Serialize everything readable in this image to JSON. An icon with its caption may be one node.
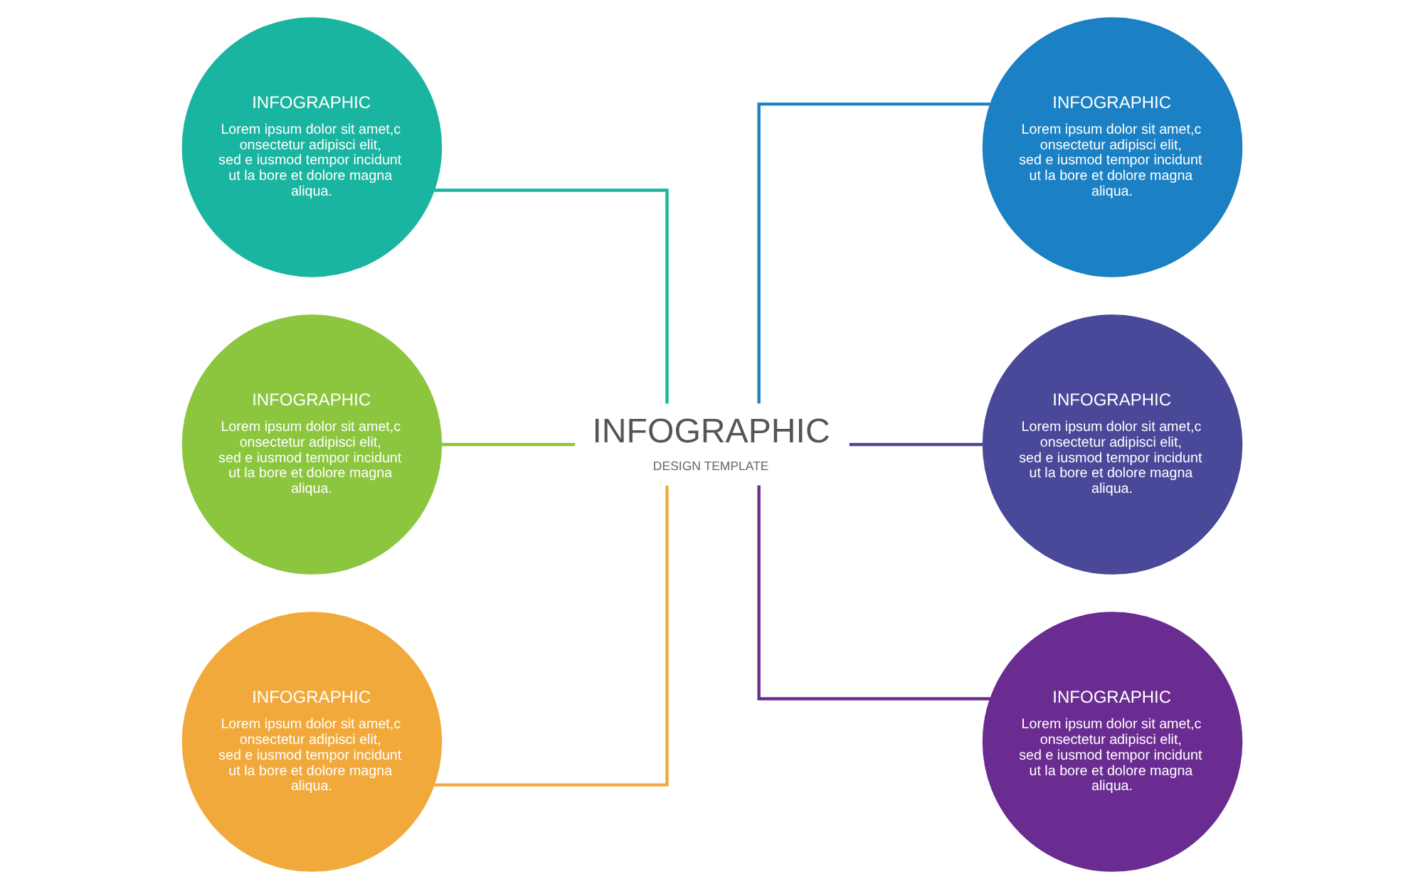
{
  "diagram": {
    "nodes": [
      {
        "text": [
          "INFOGRAPHIC",
          "DESIGN TEMPLATE"
        ]
      },
      {
        "text": [
          "INFOGRAPHIC",
          "Lorem ipsum dolor sit amet,c onsectetur adipisci elit, sed e iusmod tempor incidunt ut la bore et dolore magna aliqua."
        ]
      },
      {
        "text": [
          "INFOGRAPHIC",
          "Lorem ipsum dolor sit amet,c onsectetur adipisci elit, sed e iusmod tempor incidunt ut la bore et dolore magna aliqua."
        ]
      },
      {
        "text": [
          "INFOGRAPHIC",
          "Lorem ipsum dolor sit amet,c onsectetur adipisci elit, sed e iusmod tempor incidunt ut la bore et dolore magna aliqua."
        ]
      },
      {
        "text": [
          "INFOGRAPHIC",
          "Lorem ipsum dolor sit amet,c onsectetur adipisci elit, sed e iusmod tempor incidunt ut la bore et dolore magna aliqua."
        ]
      },
      {
        "text": [
          "INFOGRAPHIC",
          "Lorem ipsum dolor sit amet,c onsectetur adipisci elit, sed e iusmod tempor incidunt ut la bore et dolore magna aliqua."
        ]
      },
      {
        "text": [
          "INFOGRAPHIC",
          "Lorem ipsum dolor sit amet,c onsectetur adipisci elit, sed e iusmod tempor incidunt ut la bore et dolore magna aliqua."
        ]
      }
    ],
    "edges": [
      {
        "from": 1,
        "to": 0,
        "arrow": "none",
        "color": "#1ab5a0"
      },
      {
        "from": 0,
        "to": 2,
        "arrow": "none",
        "color": "#1b80c4"
      },
      {
        "from": 3,
        "to": 0,
        "arrow": "none",
        "color": "#8cc63f"
      },
      {
        "from": 0,
        "to": 4,
        "arrow": "none",
        "color": "#4a4899"
      },
      {
        "from": 5,
        "to": 0,
        "arrow": "none",
        "color": "#f2a93b"
      },
      {
        "from": 0,
        "to": 6,
        "arrow": "none",
        "color": "#6a2c91"
      }
    ]
  }
}
